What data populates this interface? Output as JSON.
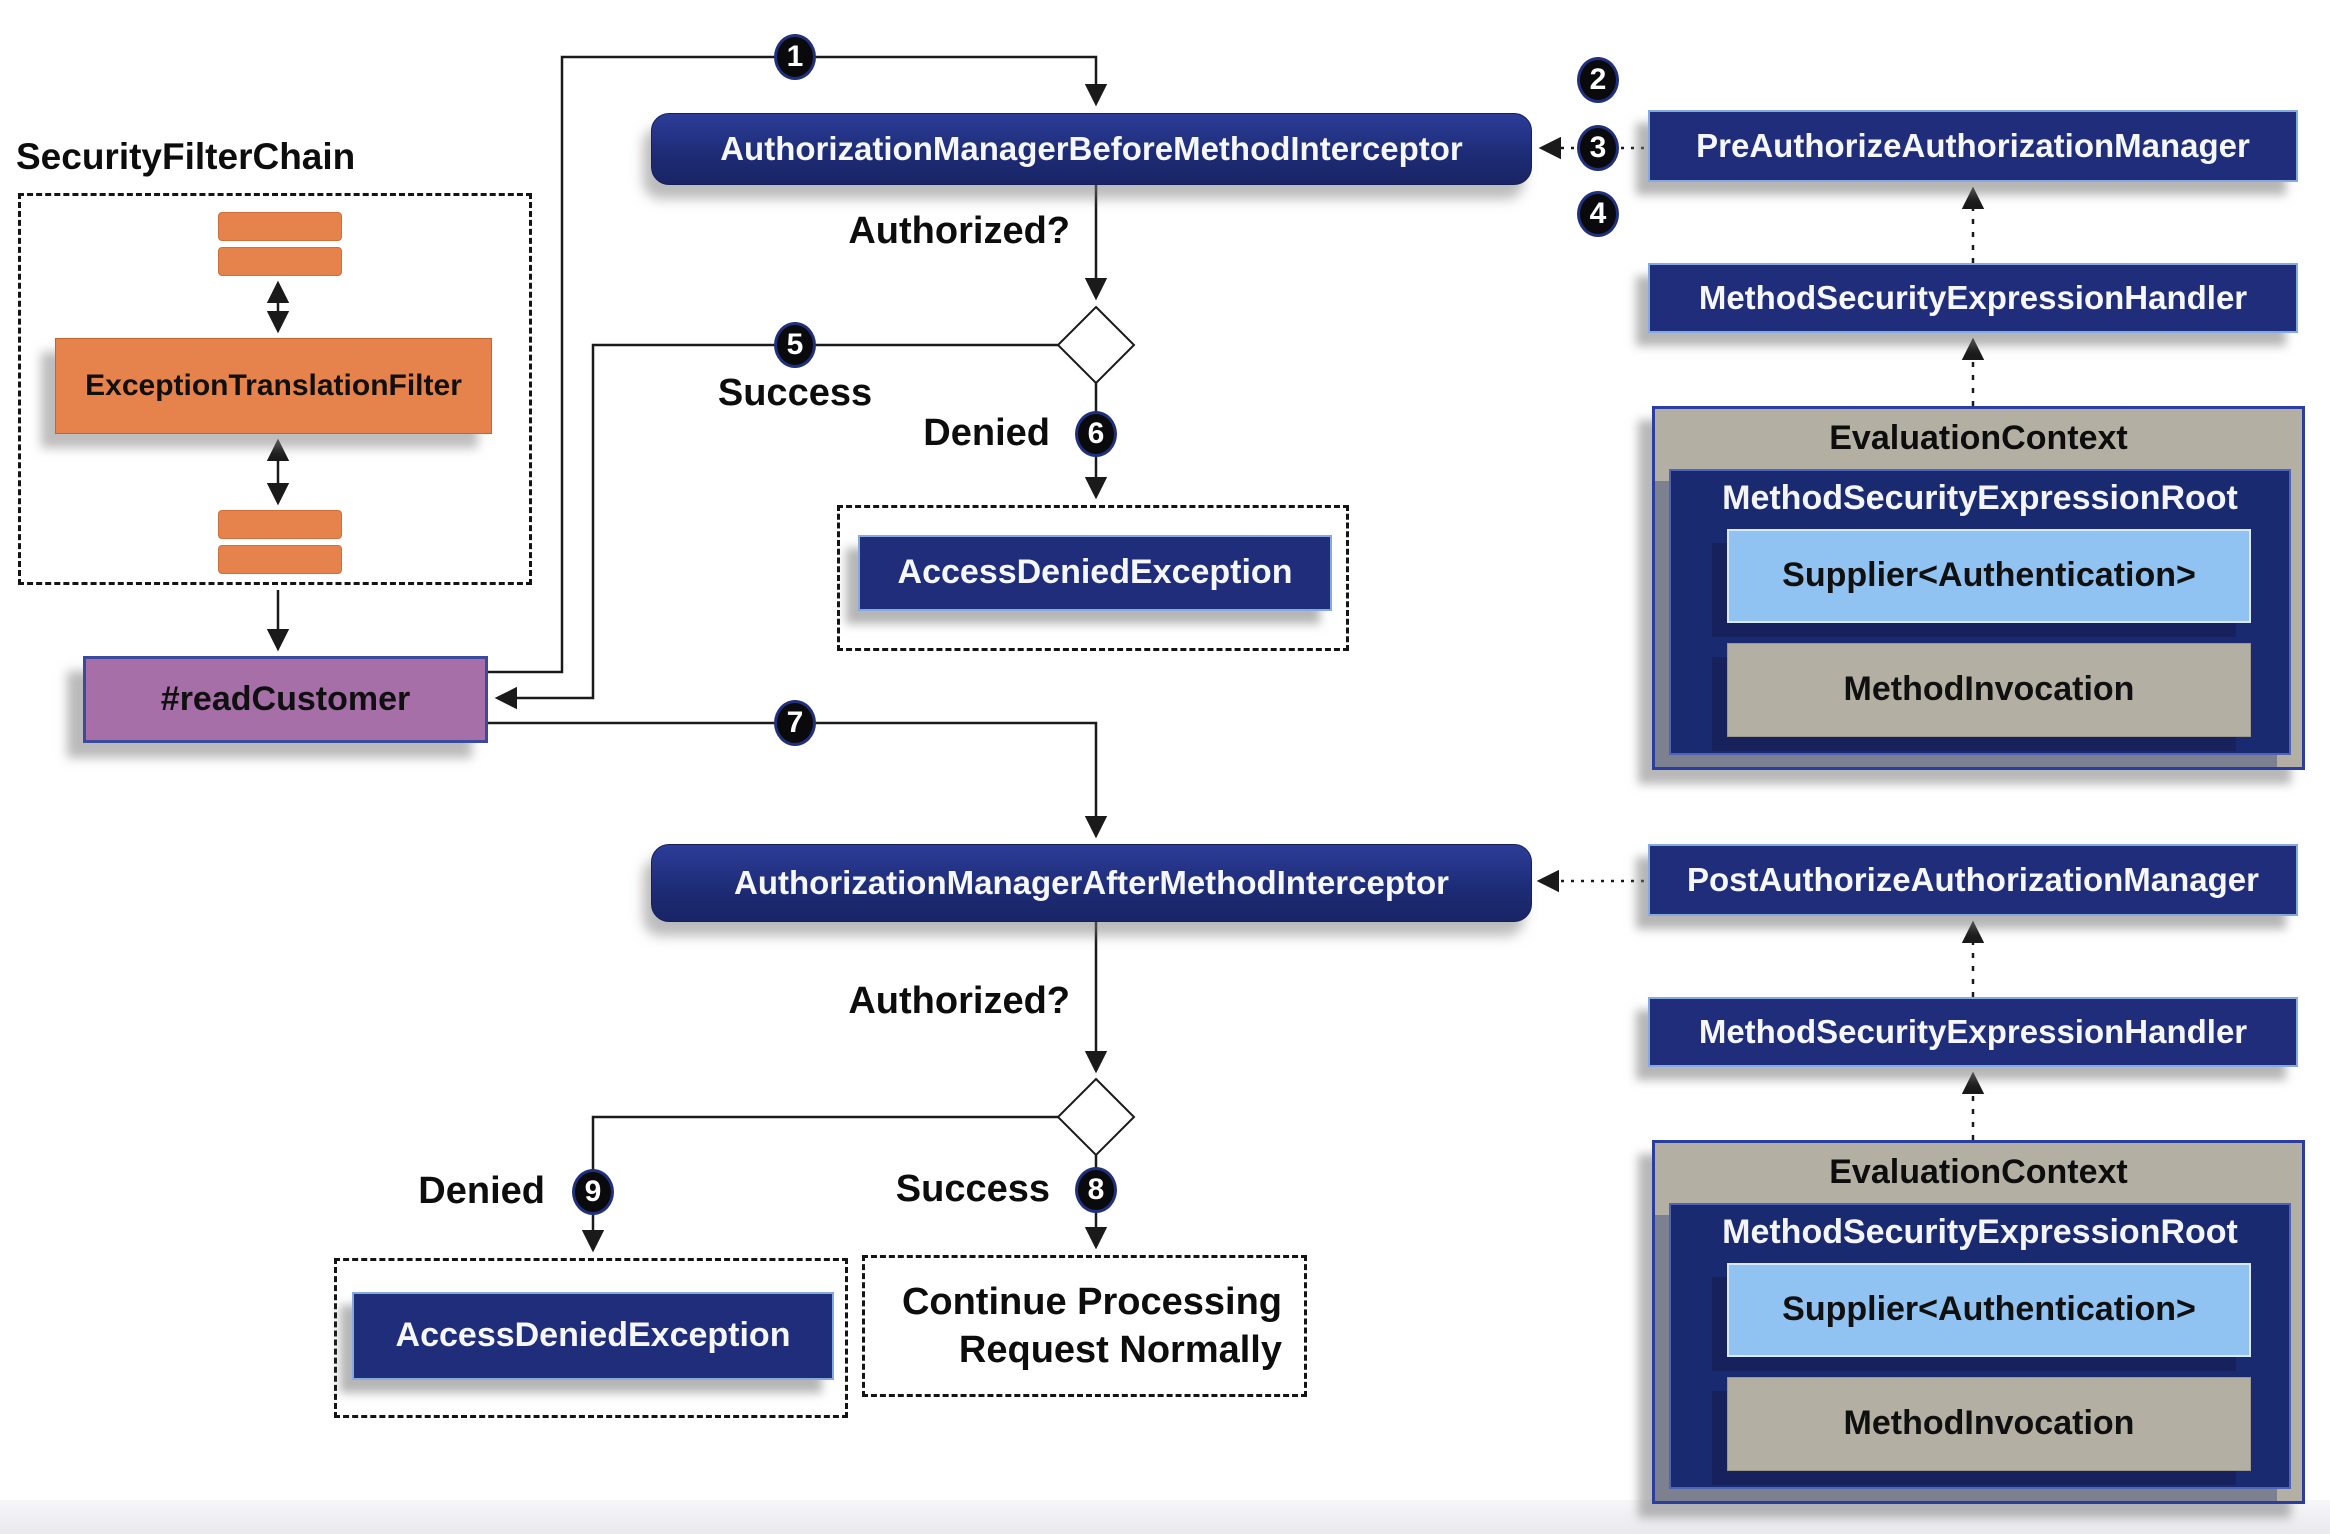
{
  "left": {
    "chain_title": "SecurityFilterChain",
    "exception_filter": "ExceptionTranslationFilter",
    "method_label": "#readCustomer"
  },
  "flow": {
    "before_interceptor": "AuthorizationManagerBeforeMethodInterceptor",
    "after_interceptor": "AuthorizationManagerAfterMethodInterceptor",
    "authorized_label": "Authorized?",
    "success_label": "Success",
    "denied_label": "Denied",
    "access_denied": "AccessDeniedException",
    "continue_line1": "Continue Processing",
    "continue_line2": "Request Normally"
  },
  "steps": [
    "1",
    "2",
    "3",
    "4",
    "5",
    "6",
    "7",
    "8",
    "9"
  ],
  "managers": {
    "pre": {
      "name": "PreAuthorizeAuthorizationManager"
    },
    "post": {
      "name": "PostAuthorizeAuthorizationManager"
    },
    "handler": "MethodSecurityExpressionHandler",
    "context": {
      "title": "EvaluationContext",
      "root": "MethodSecurityExpressionRoot",
      "supplier": "Supplier<Authentication>",
      "invocation": "MethodInvocation"
    }
  },
  "colors": {
    "navy": "#1f2d7b",
    "orange": "#e6824c",
    "purple": "#a76fa8",
    "light_blue": "#90c3f2",
    "panel_gray": "#b3afa3",
    "line": "#1a1a1a"
  }
}
